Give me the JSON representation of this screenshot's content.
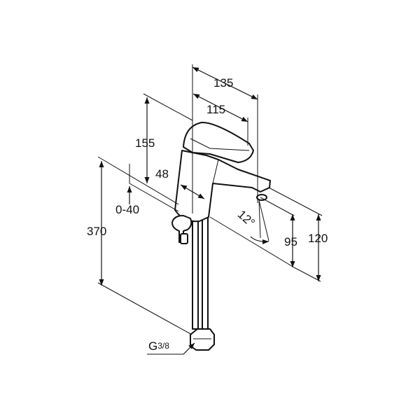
{
  "dimensions": {
    "width_top": "135",
    "width_lever": "115",
    "lever_height": "155",
    "spout_reach": "48",
    "pop_up": "0-40",
    "total_height": "370",
    "spout_angle": "12°",
    "spout_height": "95",
    "outlet_height": "120"
  },
  "connection": {
    "thread_main": "G",
    "thread_fraction": "3/8"
  },
  "colors": {
    "ink": "#111111",
    "background": "#ffffff"
  }
}
